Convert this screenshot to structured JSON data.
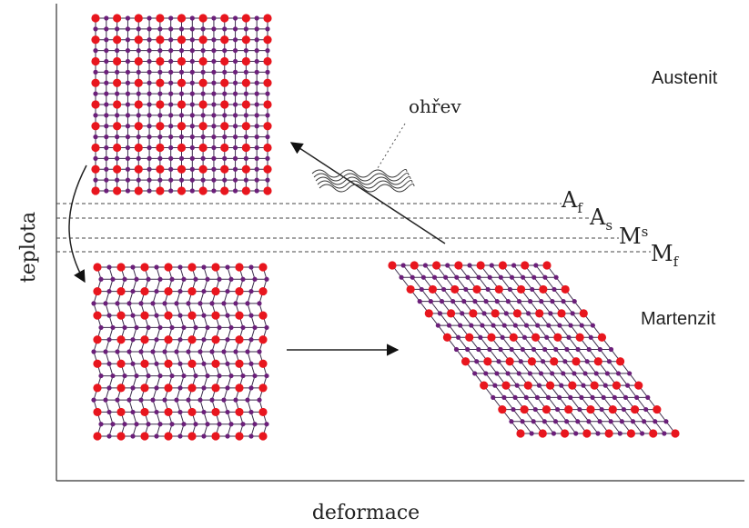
{
  "axes": {
    "x_label": "deformace",
    "y_label": "teplota"
  },
  "phases": {
    "austenite": "Austenit",
    "martensite": "Martenzit"
  },
  "heating_label": "ohřev",
  "temperatures": {
    "Af": {
      "base": "A",
      "sub": "f"
    },
    "As": {
      "base": "A",
      "sub": "s"
    },
    "Ms": {
      "base": "M",
      "sub": "s"
    },
    "Mf": {
      "base": "M",
      "sub": "f"
    }
  },
  "colors": {
    "large_atom": "#e8161e",
    "small_atom": "#6b1f7a",
    "bond": "#3a2c4a",
    "axis": "#333333",
    "dashed_line": "#444444"
  }
}
